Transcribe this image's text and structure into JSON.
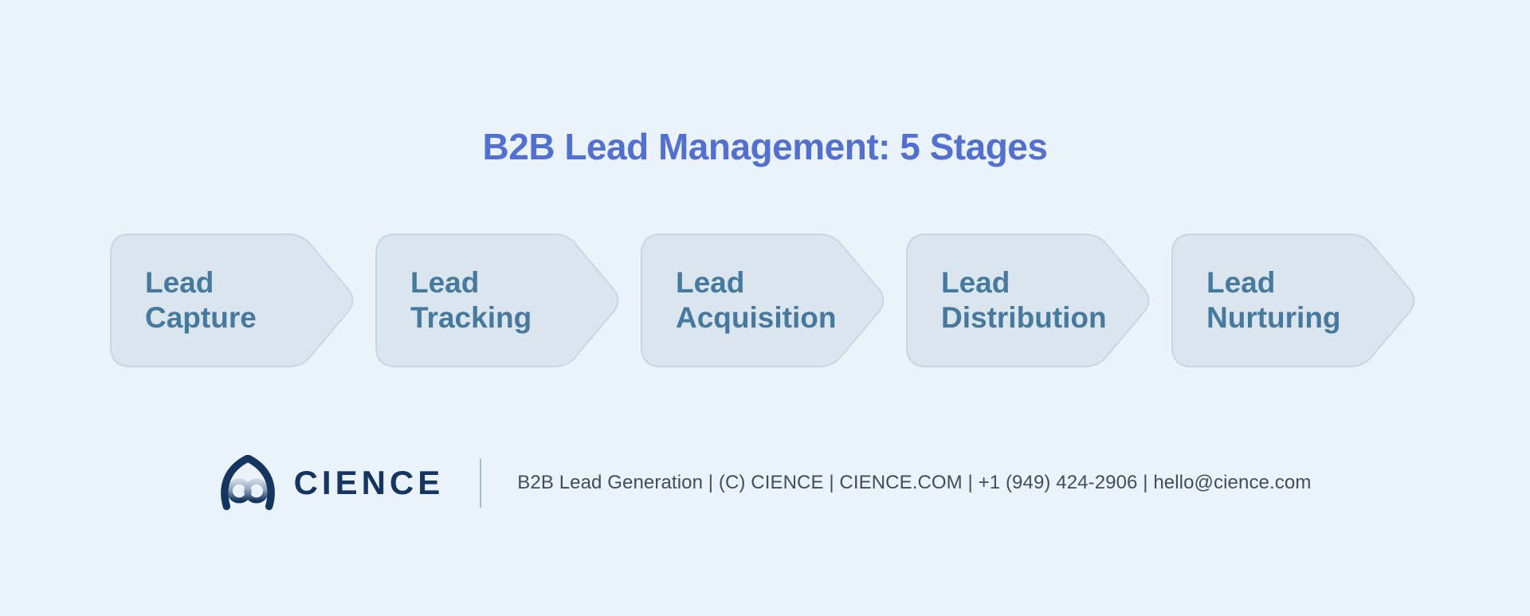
{
  "page": {
    "background_color": "#ebf3fa"
  },
  "title": {
    "text": "B2B Lead Management: 5 Stages",
    "color": "#5170d2"
  },
  "stages": {
    "shape_fill": "#dbe5ee",
    "shape_border": "#c6d7e3",
    "text_color": "#45799e",
    "items": [
      {
        "line1": "Lead",
        "line2": "Capture"
      },
      {
        "line1": "Lead",
        "line2": "Tracking"
      },
      {
        "line1": "Lead",
        "line2": "Acquisition"
      },
      {
        "line1": "Lead",
        "line2": "Distribution"
      },
      {
        "line1": "Lead",
        "line2": "Nurturing"
      }
    ]
  },
  "footer": {
    "brand": "CIENCE",
    "logo_color": "#14355f",
    "info": "B2B Lead Generation | (C) CIENCE | CIENCE.COM | +1 (949) 424-2906 | hello@cience.com"
  }
}
